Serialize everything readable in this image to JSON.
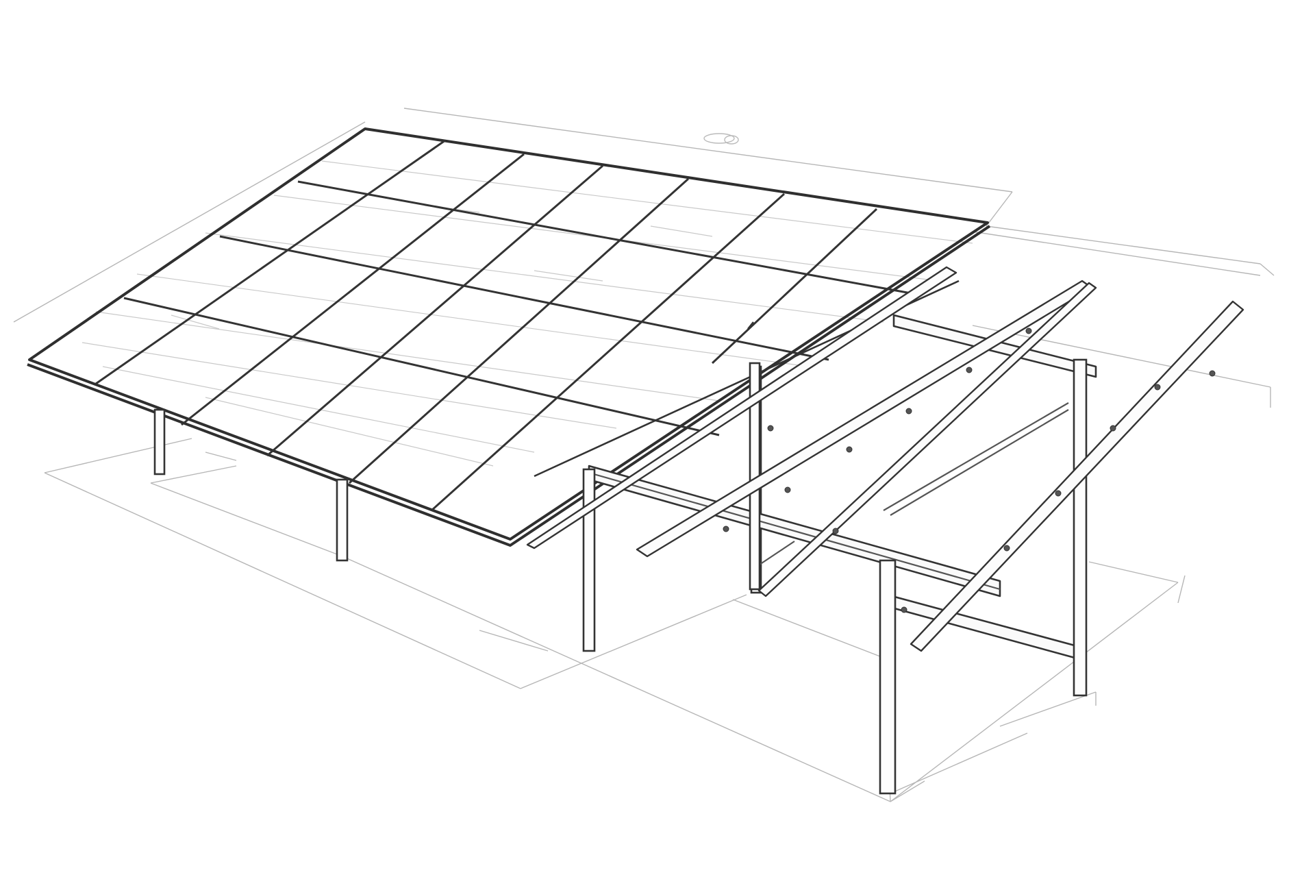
{
  "drawing": {
    "style": "pencil sketch",
    "stroke_color": "#2f2f2f",
    "dimension_line_color": "#b6b6b6",
    "background": "#ffffff",
    "panel_array": {
      "rows": 4,
      "columns": 7
    }
  }
}
